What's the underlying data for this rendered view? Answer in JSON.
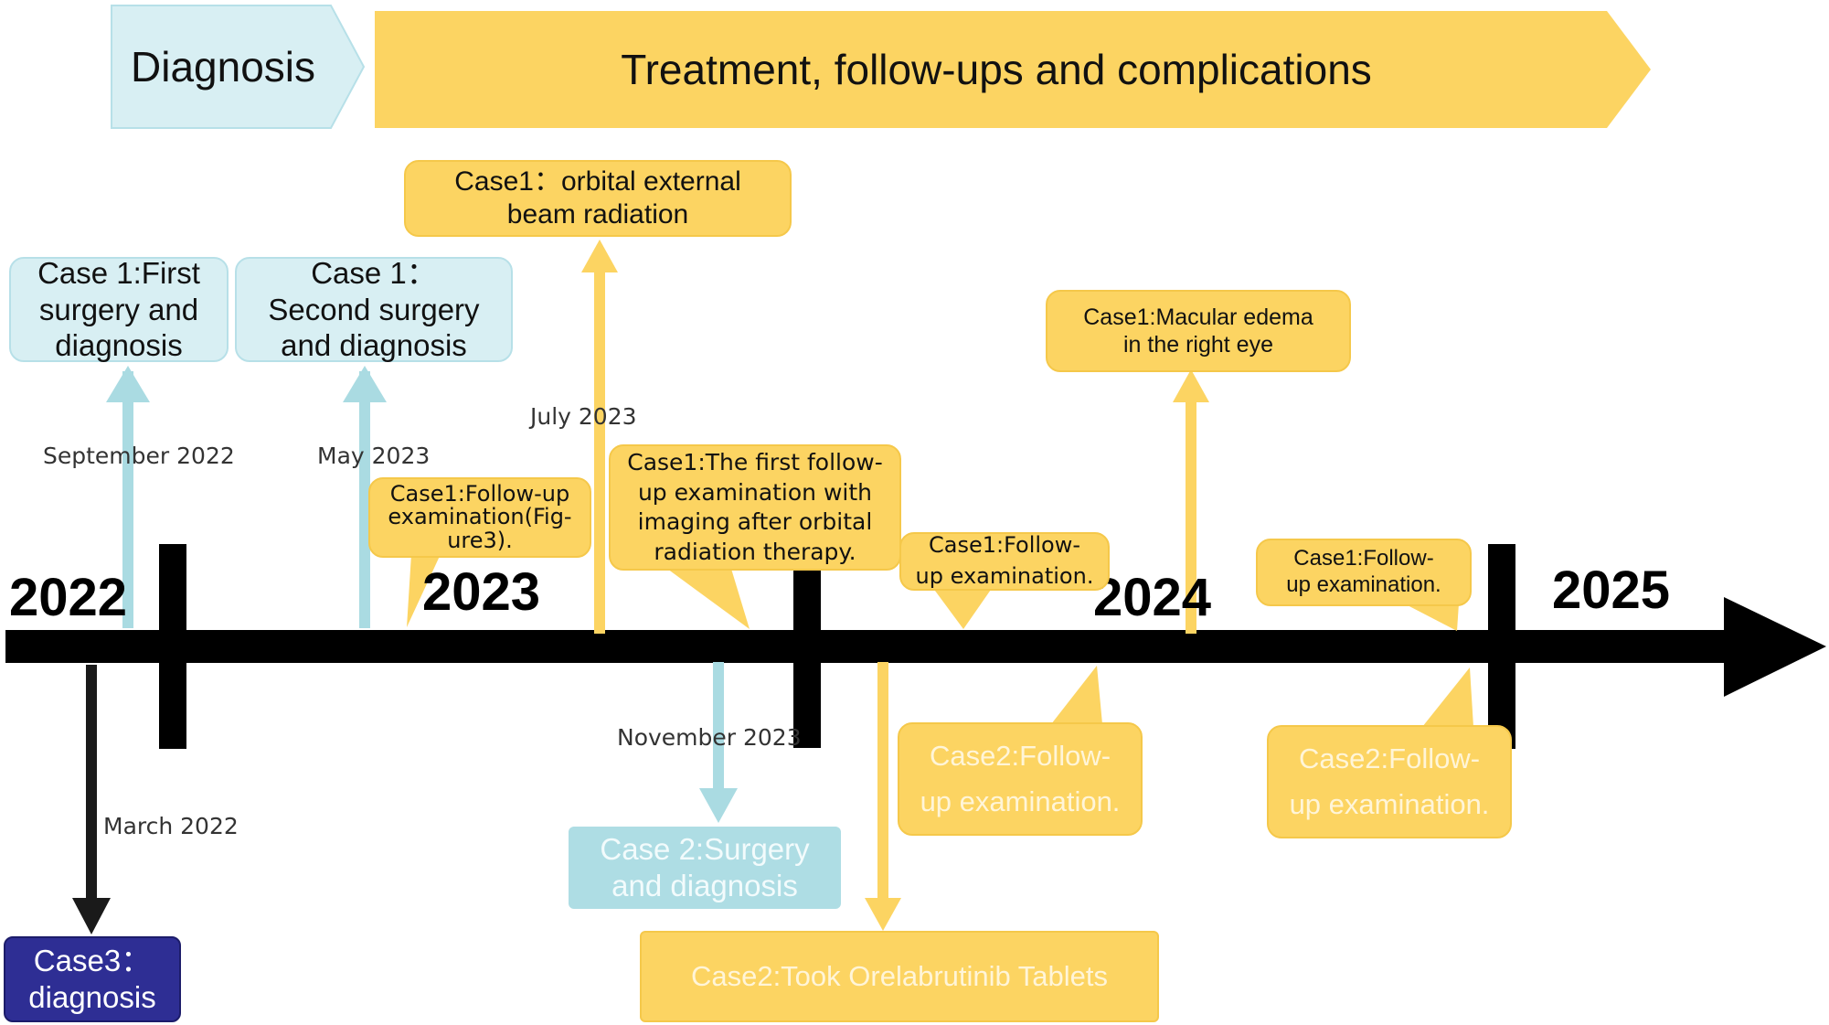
{
  "phases": {
    "diagnosis": "Diagnosis",
    "treatment": "Treatment, follow-ups and complications"
  },
  "years": [
    "2022",
    "2023",
    "2024",
    "2025"
  ],
  "dates": {
    "september_2022": "September 2022",
    "may_2023": "May 2023",
    "july_2023": "July 2023",
    "november_2023": "November 2023",
    "march_2022": "March 2022"
  },
  "events": {
    "case1_first_surgery": "Case 1:First\nsurgery and\ndiagnosis",
    "case1_second_surgery": "Case 1：\nSecond surgery\nand diagnosis",
    "case1_radiation": "Case1：orbital external\nbeam radiation",
    "case1_followup_fig3": "Case1:Follow-up\nexamination(Fig-\nure3).",
    "case1_first_followup_imaging": "Case1:The first follow-\nup examination with\nimaging after orbital\nradiation therapy.",
    "case1_followup_a": "Case1:Follow-\nup examination.",
    "case1_macular_edema": "Case1:Macular edema\nin the right eye",
    "case1_followup_b": "Case1:Follow-\nup examination.",
    "case2_followup_a": "Case2:Follow-\nup examination.",
    "case2_followup_b": "Case2:Follow-\nup examination.",
    "case2_surgery": "Case 2:Surgery\nand diagnosis",
    "case2_orelabrutinib": "Case2:Took Orelabrutinib Tablets",
    "case3_diagnosis": "Case3：\ndiagnosis"
  },
  "colors": {
    "blue_box": "#d8eff3",
    "blue_arrow": "#aadbe2",
    "yellow": "#fcd462",
    "navy": "#2e2e94",
    "timeline": "#000000"
  }
}
